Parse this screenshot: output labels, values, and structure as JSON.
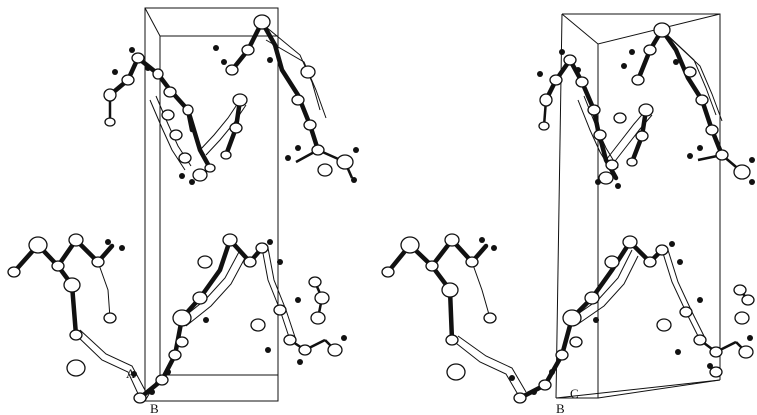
{
  "figure": {
    "type": "stereo pair of crystal packing diagram (ORTEP style)",
    "colors": {
      "ink": "#111111",
      "atom_fill": "#ffffff",
      "background": "#ffffff"
    },
    "views": [
      {
        "name": "left",
        "axis_labels": [
          "A",
          "B"
        ]
      },
      {
        "name": "right",
        "axis_labels": [
          "C",
          "B"
        ]
      }
    ]
  }
}
